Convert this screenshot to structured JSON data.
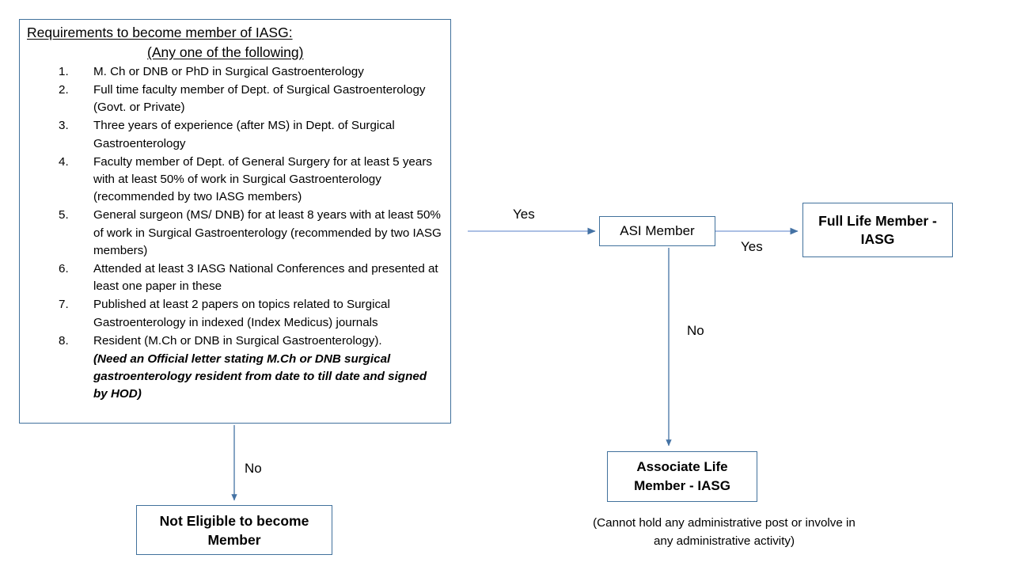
{
  "diagram": {
    "accent_color": "#41719C",
    "arrow_color": "#4472A4",
    "background": "#ffffff"
  },
  "requirements": {
    "title_line_1": "Requirements to become member of IASG:",
    "title_line_2": "(Any one of the following)",
    "items": [
      {
        "number": "1.",
        "text": "M. Ch or DNB or PhD in Surgical Gastroenterology"
      },
      {
        "number": "2.",
        "text": "Full time faculty member of Dept. of Surgical Gastroenterology (Govt. or Private)"
      },
      {
        "number": "3.",
        "text": "Three years of experience (after MS) in Dept. of Surgical Gastroenterology"
      },
      {
        "number": "4.",
        "text": "Faculty member of Dept. of General Surgery for at least 5 years with at least 50% of work in Surgical Gastroenterology (recommended by two IASG members)"
      },
      {
        "number": "5.",
        "text": "General surgeon (MS/ DNB) for at least 8 years with at least 50% of work in Surgical Gastroenterology (recommended by two IASG members)"
      },
      {
        "number": "6.",
        "text": "Attended at least 3 IASG National Conferences and presented at least one paper in these"
      },
      {
        "number": "7.",
        "text": "Published at least 2 papers on topics related to Surgical Gastroenterology in indexed (Index Medicus) journals"
      },
      {
        "number": "8.",
        "text": "Resident (M.Ch or DNB in Surgical Gastroenterology)."
      }
    ],
    "note": "(Need an Official letter stating M.Ch or DNB surgical gastroenterology resident from date to  till date and signed by HOD)"
  },
  "nodes": {
    "asi_member": "ASI Member",
    "full_life_member": "Full Life Member -IASG",
    "not_eligible": "Not Eligible to become Member",
    "associate_life_member": "Associate Life Member - IASG"
  },
  "caption": {
    "associate_note": "(Cannot hold any administrative post or involve in any administrative activity)"
  },
  "edge_labels": {
    "requirements_to_asi": "Yes",
    "asi_to_full_life": "Yes",
    "asi_to_associate": "No",
    "requirements_to_not_eligible": "No"
  }
}
